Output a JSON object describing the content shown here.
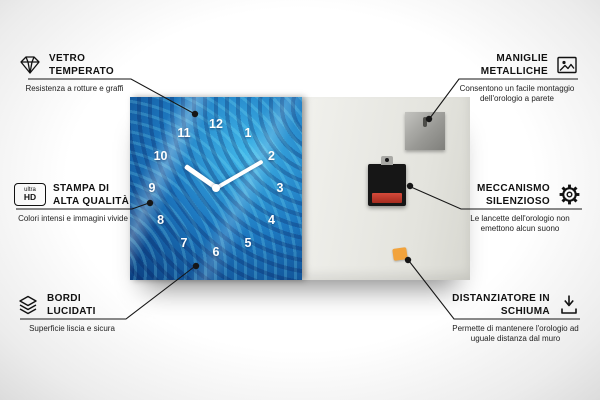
{
  "product": {
    "name": "glass wall clock front and back",
    "clock": {
      "numbers": [
        "12",
        "1",
        "2",
        "3",
        "4",
        "5",
        "6",
        "7",
        "8",
        "9",
        "10",
        "11"
      ]
    },
    "colors": {
      "face_blue": "#1d78c0",
      "back_gray": "#e6e6e0",
      "spacer_orange": "#f2a33c",
      "battery_red": "#c0392b",
      "line_black": "#111111"
    }
  },
  "callouts": [
    {
      "id": "vetro-temperato",
      "icon": "diamond-icon",
      "title": "VETRO TEMPERATO",
      "subtitle": "Resistenza a rotture e graffi"
    },
    {
      "id": "stampa-alta-qualita",
      "icon": "ultra-hd-icon",
      "title": "STAMPA DI ALTA QUALITÀ",
      "subtitle": "Colori intensi e immagini vivide"
    },
    {
      "id": "bordi-lucidati",
      "icon": "layers-icon",
      "title": "BORDI LUCIDATI",
      "subtitle": "Superficie liscia e sicura"
    },
    {
      "id": "maniglie-metalliche",
      "icon": "picture-frame-icon",
      "title": "MANIGLIE METALLICHE",
      "subtitle": "Consentono un facile montaggio dell'orologio a parete"
    },
    {
      "id": "meccanismo-silenzioso",
      "icon": "gear-icon",
      "title": "MECCANISMO SILENZIOSO",
      "subtitle": "Le lancette dell'orologio non emettono alcun suono"
    },
    {
      "id": "distanziatore-schiuma",
      "icon": "spacer-icon",
      "title": "DISTANZIATORE IN SCHIUMA",
      "subtitle": "Permette di mantenere l'orologio ad uguale distanza dal muro"
    }
  ],
  "ultra_hd_icon": {
    "top": "ultra",
    "bottom": "HD"
  }
}
